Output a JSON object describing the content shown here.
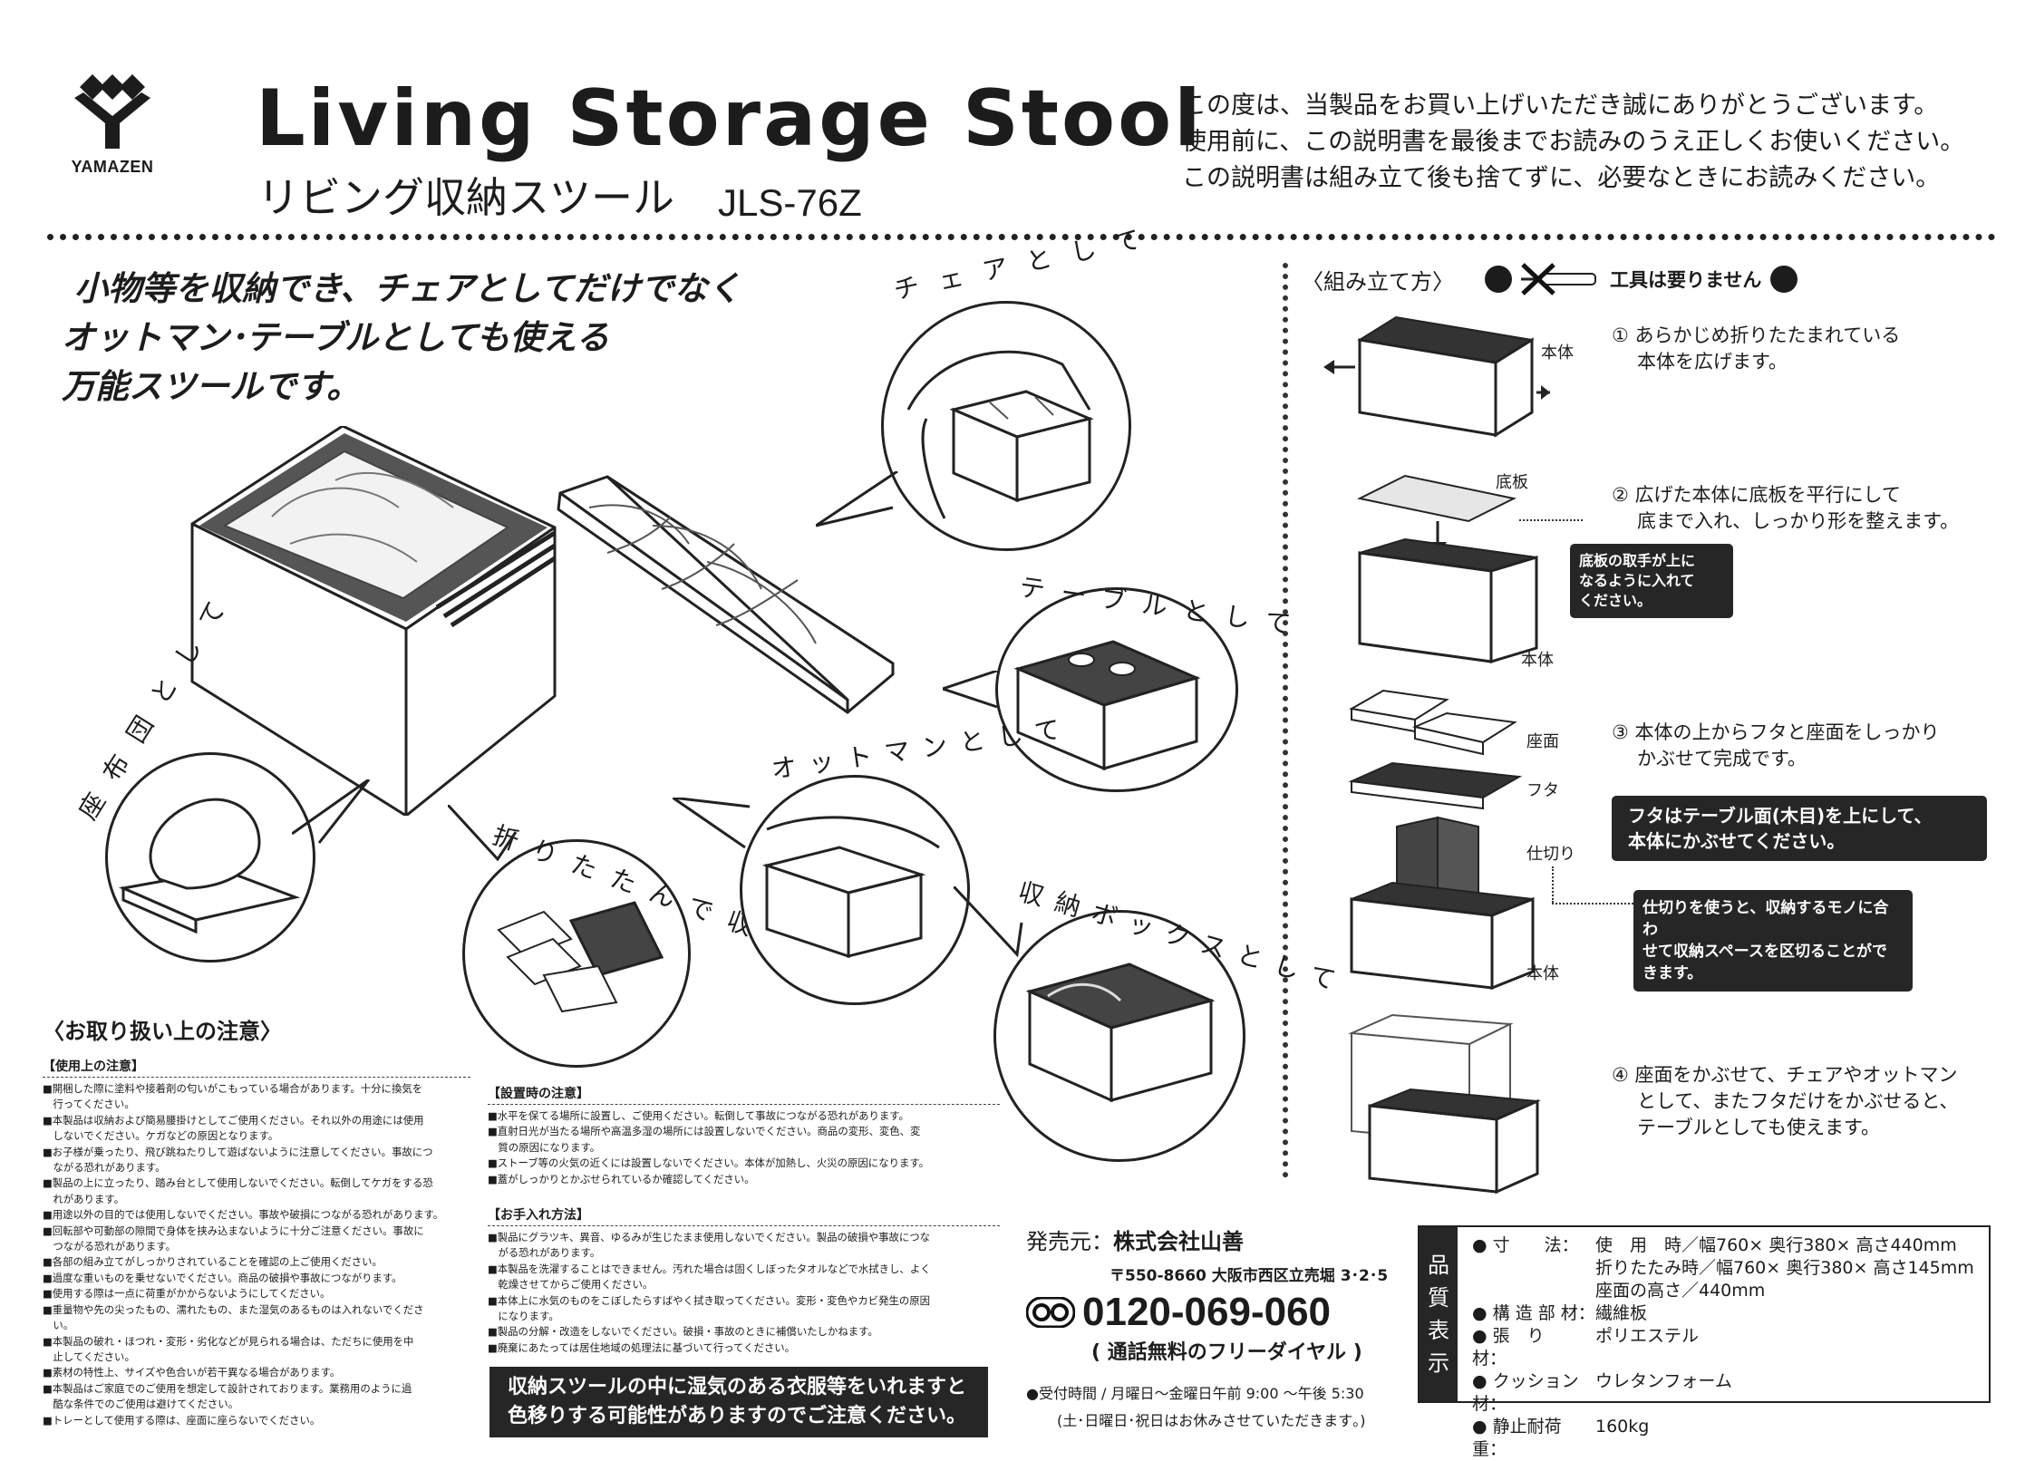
{
  "brand": {
    "name": "YAMAZEN"
  },
  "title": {
    "en": "Living Storage Stool",
    "jp": "リビング収納スツール",
    "model": "JLS-76Z"
  },
  "thanks": [
    "この度は、当製品をお買い上げいただき誠にありがとうございます。",
    "使用前に、この説明書を最後までお読みのうえ正しくお使いください。",
    "この説明書は組み立て後も捨てずに、必要なときにお読みください。"
  ],
  "intro": [
    "小物等を収納でき、チェアとしてだけでなく",
    "オットマン･テーブルとしても使える",
    "万能スツールです。"
  ],
  "uses": {
    "chair": "チェアとして",
    "table": "テーブルとして",
    "cushion": "座布団として",
    "fold": "折りたたんで収納",
    "ottoman": "オットマンとして",
    "box": "収納ボックスとして"
  },
  "assembly": {
    "heading": "〈組み立て方〉",
    "no_tools": "工具は要りません",
    "steps": [
      {
        "num": "①",
        "lines": [
          "あらかじめ折りたたまれている",
          "本体を広げます。"
        ]
      },
      {
        "num": "②",
        "lines": [
          "広げた本体に底板を平行にして",
          "底まで入れ、しっかり形を整えます。"
        ]
      },
      {
        "num": "③",
        "lines": [
          "本体の上からフタと座面をしっかり",
          "かぶせて完成です。"
        ]
      },
      {
        "num": "④",
        "lines": [
          "座面をかぶせて、チェアやオットマン",
          "として、またフタだけをかぶせると、",
          "テーブルとしても使えます。"
        ]
      }
    ],
    "labels": {
      "body": "本体",
      "bottom": "底板",
      "seat": "座面",
      "lid": "フタ",
      "divider": "仕切り"
    },
    "tips": {
      "bottom_handle": [
        "底板の取手が上に",
        "なるように入れて",
        "ください。"
      ],
      "lid": [
        "フタはテーブル面(木目)を上にして、",
        "本体にかぶせてください。"
      ],
      "divider": [
        "仕切りを使うと、収納するモノに合わ",
        "せて収納スペースを区切ることがで",
        "きます。"
      ]
    }
  },
  "cautions": {
    "heading": "〈お取り扱い上の注意〉",
    "use": {
      "title": "【使用上の注意】",
      "items": [
        "■開梱した際に塗料や接着剤の匂いがこもっている場合があります。十分に換気を",
        "　行ってください。",
        "■本製品は収納および簡易腰掛けとしてご使用ください。それ以外の用途には使用",
        "　しないでください。ケガなどの原因となります。",
        "■お子様が乗ったり、飛び跳ねたりして遊ばないように注意してください。事故につ",
        "　ながる恐れがあります。",
        "■製品の上に立ったり、踏み台として使用しないでください。転倒してケガをする恐",
        "　れがあります。",
        "■用途以外の目的では使用しないでください。事故や破損につながる恐れがあります。",
        "■回転部や可動部の隙間で身体を挟み込まないように十分ご注意ください。事故に",
        "　つながる恐れがあります。",
        "■各部の組み立てがしっかりされていることを確認の上ご使用ください。",
        "■過度な重いものを乗せないでください。商品の破損や事故につながります。",
        "■使用する際は一点に荷重がかからないようにしてください。",
        "■重量物や先の尖ったもの、濡れたもの、また湿気のあるものは入れないでくださ",
        "　い。",
        "■本製品の破れ・ほつれ・変形・劣化などが見られる場合は、ただちに使用を中",
        "　止してください。",
        "■素材の特性上、サイズや色合いが若干異なる場合があります。",
        "■本製品はご家庭でのご使用を想定して設計されております。業務用のように過",
        "　酷な条件でのご使用は避けてください。",
        "■トレーとして使用する際は、座面に座らないでください。"
      ]
    },
    "install": {
      "title": "【設置時の注意】",
      "items": [
        "■水平を保てる場所に設置し、ご使用ください。転倒して事故につながる恐れがあります。",
        "■直射日光が当たる場所や高温多湿の場所には設置しないでください。商品の変形、変色、変",
        "　質の原因になります。",
        "■ストーブ等の火気の近くには設置しないでください。本体が加熱し、火災の原因になります。",
        "■蓋がしっかりとかぶせられているか確認してください。"
      ]
    },
    "care": {
      "title": "【お手入れ方法】",
      "items": [
        "■製品にグラツキ、異音、ゆるみが生じたまま使用しないでください。製品の破損や事故につな",
        "　がる恐れがあります。",
        "■本製品を洗濯することはできません。汚れた場合は固くしぼったタオルなどで水拭きし、よく",
        "　乾燥させてからご使用ください。",
        "■本体上に水気のものをこぼしたらすばやく拭き取ってください。変形・変色やカビ発生の原因",
        "　になります。",
        "■製品の分解・改造をしないでください。破損・事故のときに補償いたしかねます。",
        "■廃棄にあたっては居住地域の処理法に基づいて行ってください。"
      ]
    },
    "warning": [
      "収納スツールの中に湿気のある衣服等をいれますと",
      "色移りする可能性がありますのでご注意ください。"
    ]
  },
  "seller": {
    "label": "発売元：",
    "name": "株式会社山善",
    "address": "〒550-8660 大阪市西区立売堀 3･2･5",
    "phone": "0120-069-060",
    "phone_note": "( 通話無料のフリーダイヤル )",
    "hours": "●受付時間 / 月曜日〜金曜日午前 9:00 〜午後 5:30",
    "hours_note": "(土･日曜日･祝日はお休みさせていただきます｡)"
  },
  "specs": {
    "heading": [
      "品",
      "質",
      "表",
      "示"
    ],
    "rows": [
      {
        "label": "● 寸　　法：",
        "value": "使　用　時／幅760× 奥行380× 高さ440mm"
      },
      {
        "label": "",
        "value": "折りたたみ時／幅760× 奥行380× 高さ145mm"
      },
      {
        "label": "",
        "value": "座面の高さ／440mm"
      },
      {
        "label": "● 構 造 部 材：",
        "value": "繊維板"
      },
      {
        "label": "● 張　り　材：",
        "value": "ポリエステル"
      },
      {
        "label": "● クッション材：",
        "value": "ウレタンフォーム"
      },
      {
        "label": "● 静止耐荷重：",
        "value": "160kg"
      }
    ]
  }
}
